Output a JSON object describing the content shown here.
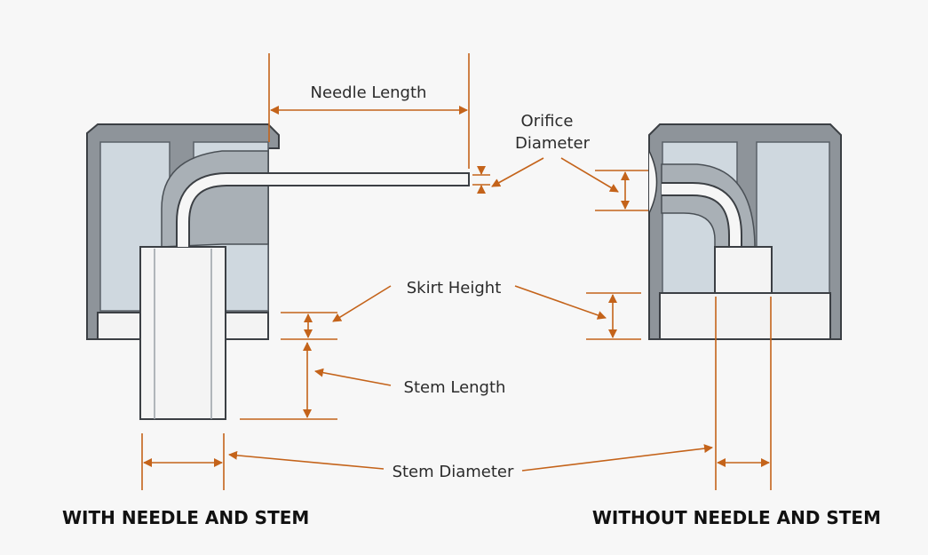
{
  "labels": {
    "needle_length": "Needle Length",
    "orifice_line1": "Orifice",
    "orifice_line2": "Diameter",
    "skirt_height": "Skirt Height",
    "stem_length": "Stem Length",
    "stem_diameter": "Stem Diameter"
  },
  "captions": {
    "left": "WITH NEEDLE AND STEM",
    "right": "WITHOUT NEEDLE AND STEM"
  },
  "colors": {
    "dimension": "#c4631a",
    "body": "#8e949a",
    "pocket": "#cfd8df",
    "skirt": "#f3f3f3",
    "background": "#f7f7f7"
  }
}
